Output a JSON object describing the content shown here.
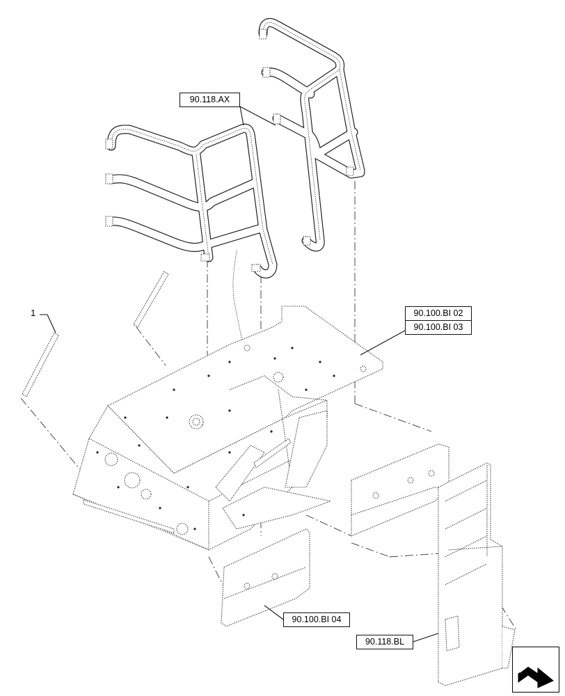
{
  "callouts": {
    "c_1": "1",
    "c_90_118_ax": "90.118.AX",
    "c_90_100_bi_02": "90.100.BI 02",
    "c_90_100_bi_03": "90.100.BI 03",
    "c_90_100_bi_04": "90.100.BI 04",
    "c_90_118_bl": "90.118.BL"
  },
  "icons": {
    "navigation": "next-page-arrow-icon"
  }
}
